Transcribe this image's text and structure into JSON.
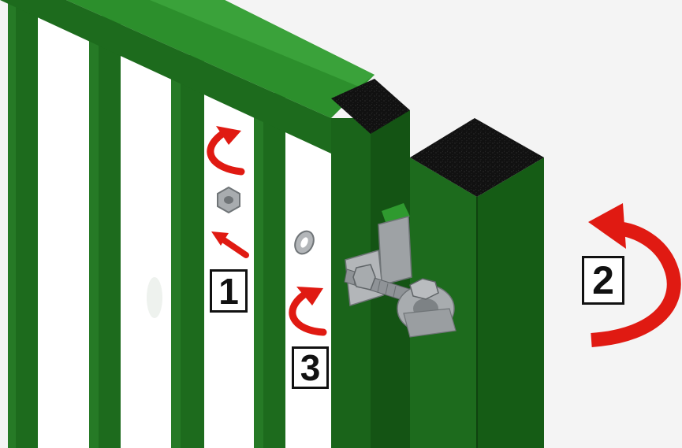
{
  "colors": {
    "tube_front": "#1d6b1d",
    "tube_side": "#165a16",
    "tube_dark": "#0f430f",
    "rail_top": "#2c8f2c",
    "cap": "#111111",
    "arrow_red": "#e01a12",
    "metal": "#a8acaf",
    "metal_dark": "#6f7477",
    "background": "#f4f4f4"
  },
  "steps": [
    {
      "label": "1",
      "action": "rotate-then-insert",
      "part": "hex-nut"
    },
    {
      "label": "2",
      "action": "swing-gate",
      "part": "gate"
    },
    {
      "label": "3",
      "action": "rotate",
      "part": "washer"
    }
  ],
  "icons": {
    "rotate_arrow": "curved-arrow-icon",
    "insert_arrow": "straight-arrow-icon",
    "nut": "hex-nut-icon",
    "washer": "washer-icon",
    "hinge": "gate-hinge-icon"
  }
}
